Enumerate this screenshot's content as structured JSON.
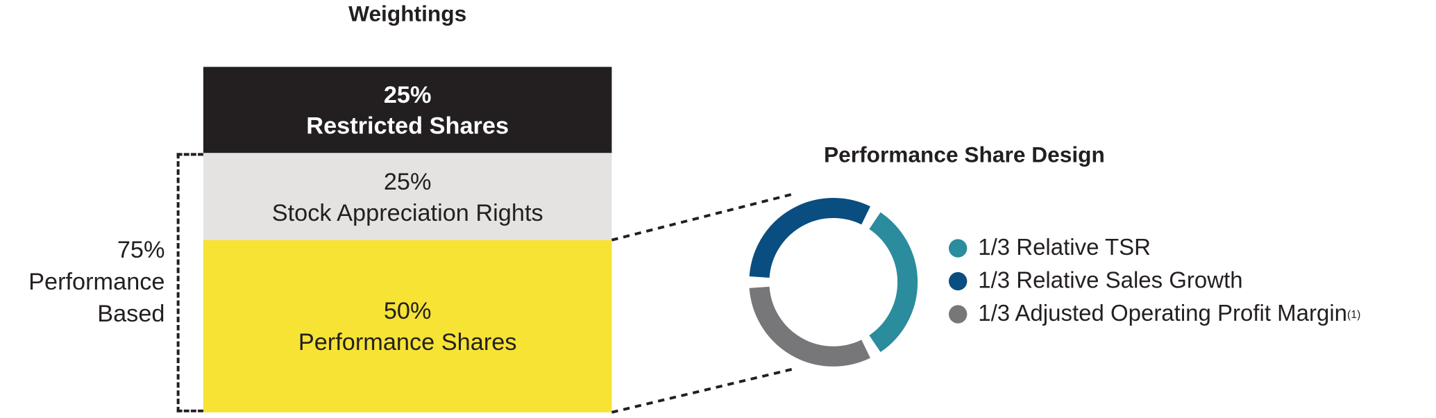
{
  "weightings": {
    "title": "Weightings",
    "segments": [
      {
        "percent": "25%",
        "label": "Restricted Shares",
        "value": 25,
        "color": "#231f20"
      },
      {
        "percent": "25%",
        "label": "Stock Appreciation Rights",
        "value": 25,
        "color": "#e5e3e1"
      },
      {
        "percent": "50%",
        "label": "Performance Shares",
        "value": 50,
        "color": "#f6e334"
      }
    ],
    "bracket_label": {
      "percent": "75%",
      "line1": "Performance",
      "line2": "Based"
    }
  },
  "performance_share_design": {
    "title": "Performance Share Design",
    "items": [
      {
        "label": "1/3 Relative TSR",
        "value": 0.3333,
        "color": "#2a8c9c"
      },
      {
        "label": "1/3 Relative Sales Growth",
        "value": 0.3333,
        "color": "#0a4d80"
      },
      {
        "label": "1/3 Adjusted Operating Profit Margin",
        "footnote": "(1)",
        "value": 0.3333,
        "color": "#77777a"
      }
    ]
  }
}
